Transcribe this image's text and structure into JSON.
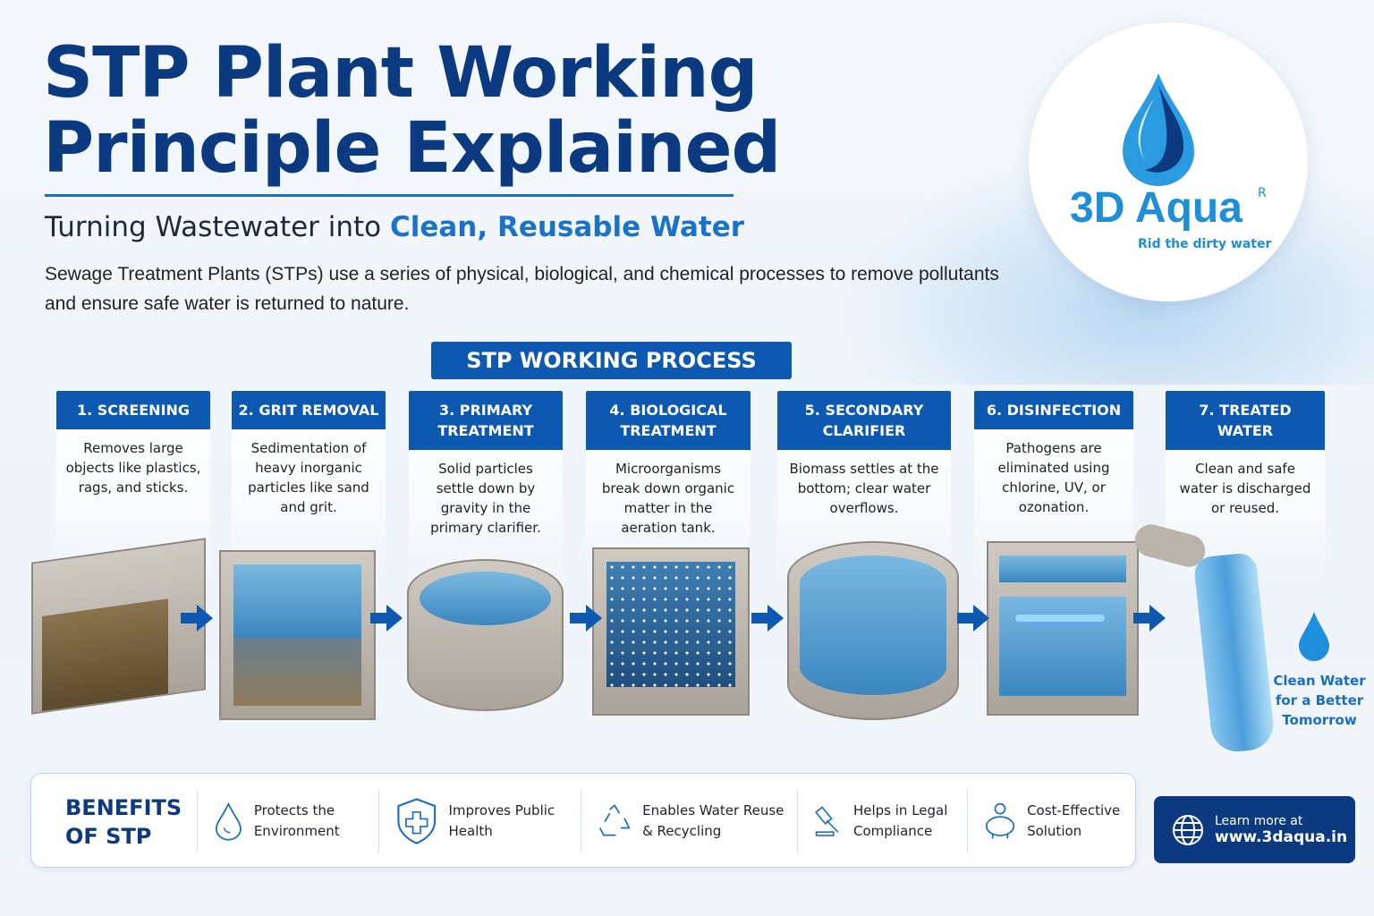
{
  "header": {
    "title_line1": "STP Plant Working",
    "title_line2": "Principle Explained",
    "subtitle_plain": "Turning Wastewater into ",
    "subtitle_highlight": "Clean, Reusable Water",
    "intro": "Sewage Treatment Plants (STPs) use a series of physical, biological, and chemical processes to remove pollutants and ensure safe water is returned to nature."
  },
  "logo": {
    "name": "3D Aqua",
    "registered": "R",
    "tagline": "Rid the dirty water"
  },
  "process": {
    "banner": "STP WORKING PROCESS",
    "steps": [
      {
        "title": "1. SCREENING",
        "desc": "Removes large objects like plastics, rags, and sticks."
      },
      {
        "title": "2. GRIT REMOVAL",
        "desc": "Sedimentation of heavy inorganic particles like sand and grit."
      },
      {
        "title": "3. PRIMARY TREATMENT",
        "desc": "Solid particles settle down by gravity in the primary clarifier."
      },
      {
        "title": "4. BIOLOGICAL TREATMENT",
        "desc": "Microorganisms break down organic matter in the aeration tank."
      },
      {
        "title": "5. SECONDARY CLARIFIER",
        "desc": "Biomass settles at the bottom; clear water overflows."
      },
      {
        "title": "6. DISINFECTION",
        "desc": "Pathogens are eliminated using chlorine, UV, or ozonation."
      },
      {
        "title": "7. TREATED WATER",
        "desc": "Clean and safe water is discharged or reused."
      }
    ],
    "clean_water_note": "Clean Water for a Better Tomorrow"
  },
  "benefits": {
    "title": "BENEFITS OF STP",
    "items": [
      {
        "icon": "water-drop-icon",
        "label": "Protects the Environment"
      },
      {
        "icon": "shield-cross-icon",
        "label": "Improves Public Health"
      },
      {
        "icon": "recycle-icon",
        "label": "Enables Water Reuse & Recycling"
      },
      {
        "icon": "gavel-icon",
        "label": "Helps in Legal Compliance"
      },
      {
        "icon": "piggy-bank-icon",
        "label": "Cost-Effective Solution"
      }
    ]
  },
  "cta": {
    "line1": "Learn more at",
    "line2": "www.3daqua.in"
  },
  "colors": {
    "primary": "#0d58b0",
    "dark": "#0b3a80",
    "accent": "#1a73c8"
  }
}
